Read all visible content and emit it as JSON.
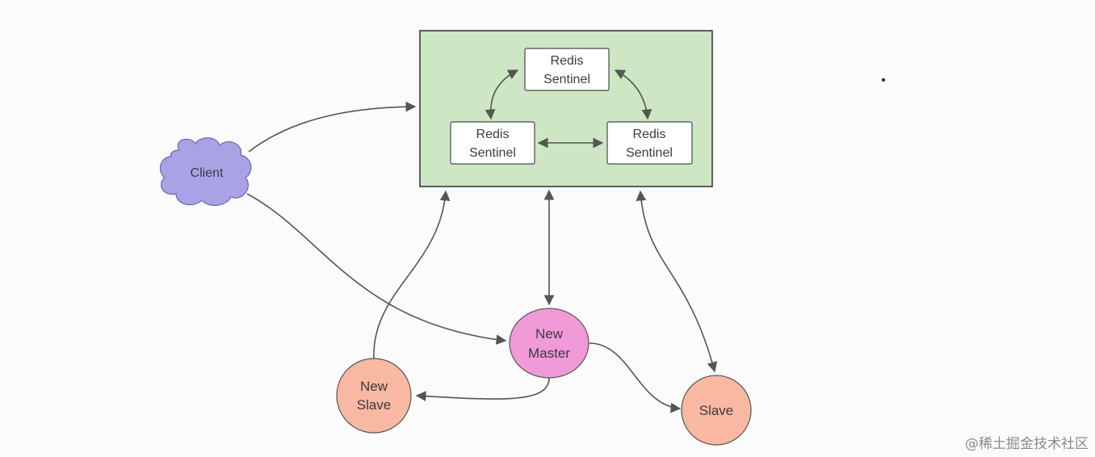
{
  "diagram": {
    "sentinels": [
      {
        "line1": "Redis",
        "line2": "Sentinel"
      },
      {
        "line1": "Redis",
        "line2": "Sentinel"
      },
      {
        "line1": "Redis",
        "line2": "Sentinel"
      }
    ],
    "client": {
      "label": "Client"
    },
    "new_master": {
      "line1": "New",
      "line2": "Master"
    },
    "new_slave": {
      "line1": "New",
      "line2": "Slave"
    },
    "slave": {
      "label": "Slave"
    }
  },
  "watermark": "@稀土掘金技术社区",
  "colors": {
    "sentinel_group_fill": "#cde6c3",
    "sentinel_box_fill": "#ffffff",
    "client_fill": "#a9a3e6",
    "new_master_fill": "#f09ad8",
    "slave_fill": "#f8b8a2",
    "arrow": "#555555"
  }
}
